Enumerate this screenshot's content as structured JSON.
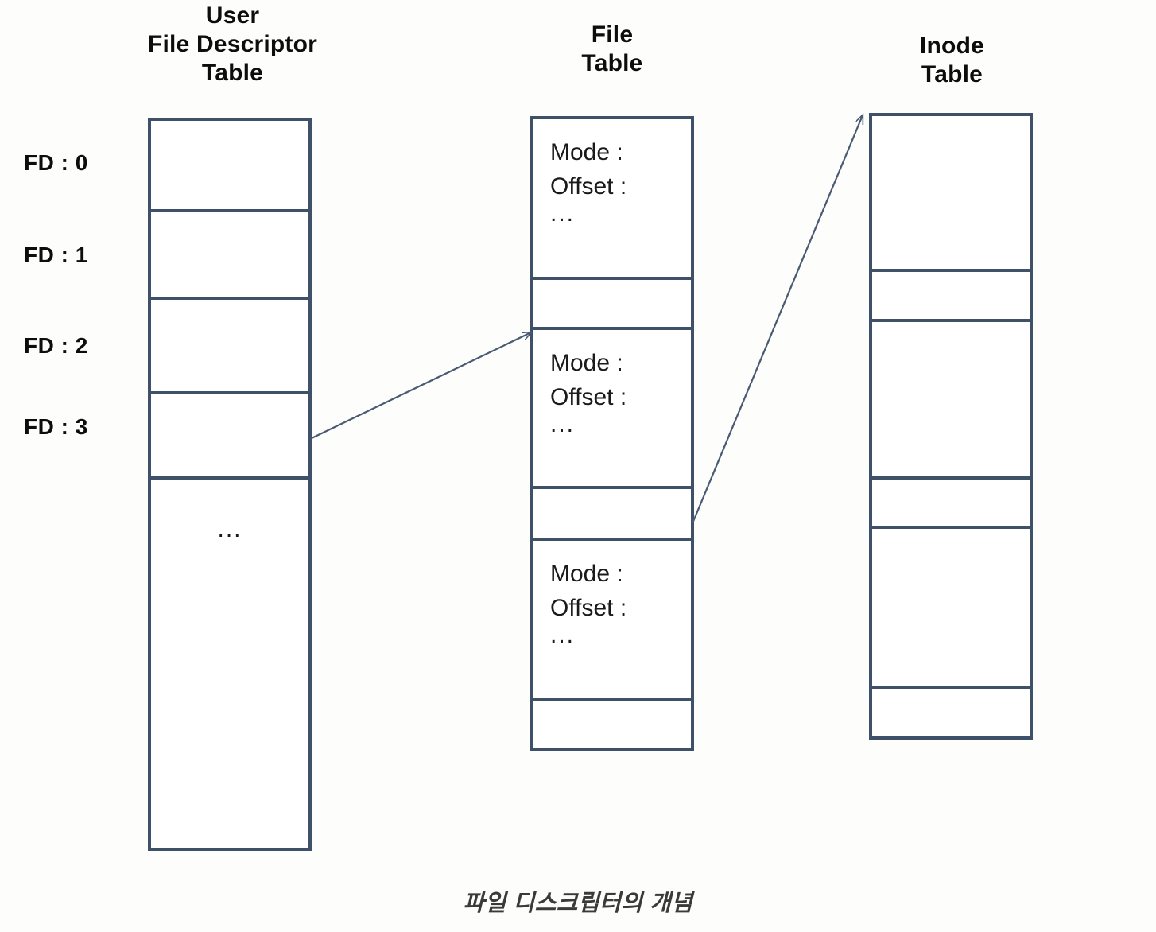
{
  "diagram": {
    "caption": "파일 디스크립터의 개념",
    "border_color": "#3F5169",
    "text_color": "#0D0D0D",
    "background": "#FFFFFF"
  },
  "user_fd_table": {
    "title": "User\nFile Descriptor\nTable",
    "side_labels": [
      {
        "label": "FD : 0"
      },
      {
        "label": "FD : 1"
      },
      {
        "label": "FD : 2"
      },
      {
        "label": "FD : 3"
      }
    ],
    "rows": [
      {
        "text": ""
      },
      {
        "text": ""
      },
      {
        "text": ""
      },
      {
        "text": ""
      },
      {
        "text": "..."
      }
    ]
  },
  "file_table": {
    "title": "File\nTable",
    "rows": [
      {
        "fields": "Mode :\nOffset :",
        "ellipsis": "..."
      },
      {
        "fields": "",
        "ellipsis": ""
      },
      {
        "fields": "Mode :\nOffset :",
        "ellipsis": "..."
      },
      {
        "fields": "",
        "ellipsis": ""
      },
      {
        "fields": "Mode :\nOffset :",
        "ellipsis": "..."
      },
      {
        "fields": "",
        "ellipsis": ""
      }
    ]
  },
  "inode_table": {
    "title": "Inode\nTable",
    "rows": [
      {
        "text": ""
      },
      {
        "text": ""
      },
      {
        "text": ""
      },
      {
        "text": ""
      },
      {
        "text": ""
      },
      {
        "text": ""
      }
    ]
  },
  "arrows": [
    {
      "name": "fd3-to-file-table",
      "from": "User File Descriptor Table FD : 3",
      "to": "File Table entry 3"
    },
    {
      "name": "file-table-to-inode-table",
      "from": "File Table entry 4",
      "to": "Inode Table entry 1"
    }
  ]
}
